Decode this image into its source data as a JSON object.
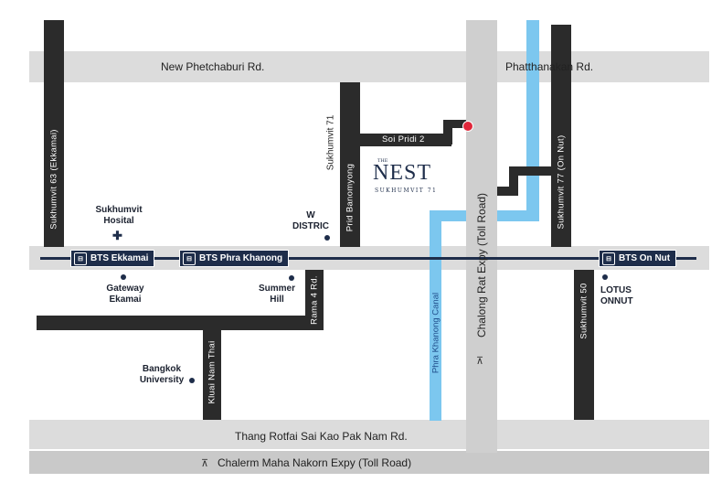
{
  "roads": {
    "new_petchaburi": "New Phetchaburi Rd.",
    "phatthanakan": "Phatthanakan Rd.",
    "thang_rotfai": "Thang Rotfai Sai Kao Pak Nam Rd.",
    "chalerm_maha": "Chalerm Maha Nakorn Expy (Toll Road)",
    "chalong_rat": "Chalong Rat Expy (Toll Road)",
    "sukhumvit63": "Sukhumvit 63 (Ekkamai)",
    "sukhumvit71": "Sukhumvit 71",
    "prid_banomyong": "Prid Banomyong",
    "soi_pridi2": "Soi Pridi 2",
    "sukhumvit77": "Sukhumvit 77 (On Nut)",
    "sukhumvit50": "Sukhumvit 50",
    "rama4": "Rama 4 Rd.",
    "kluai_nam_thai": "Kluai Nam Thai",
    "phra_khanong_canal": "Phra Khanong Canal"
  },
  "stations": [
    {
      "label": "BTS Ekkamai"
    },
    {
      "label": "BTS Phra Khanong"
    },
    {
      "label": "BTS On Nut"
    }
  ],
  "pois": {
    "sukhumvit_hospital": "Sukhumvit Hosital",
    "w_district": "W DISTRIC",
    "gateway_ekamai": "Gateway Ekamai",
    "summer_hill": "Summer Hill",
    "bangkok_university": "Bangkok University",
    "lotus_onnut": "LOTUS ONNUT"
  },
  "brand": {
    "the": "THE",
    "nest": "NEST",
    "sub": "SUKHUMVIT 71"
  },
  "colors": {
    "road_gray": "#dcdcdc",
    "road_dark": "#2b2b2b",
    "canal": "#7cc7ef",
    "bts": "#1e2d4a",
    "marker": "#e0263a"
  },
  "icons": {
    "bts": "train-icon",
    "toll": "expressway-icon",
    "hospital": "cross-icon",
    "poi": "teardrop-pin-icon",
    "location": "location-pin-icon"
  }
}
